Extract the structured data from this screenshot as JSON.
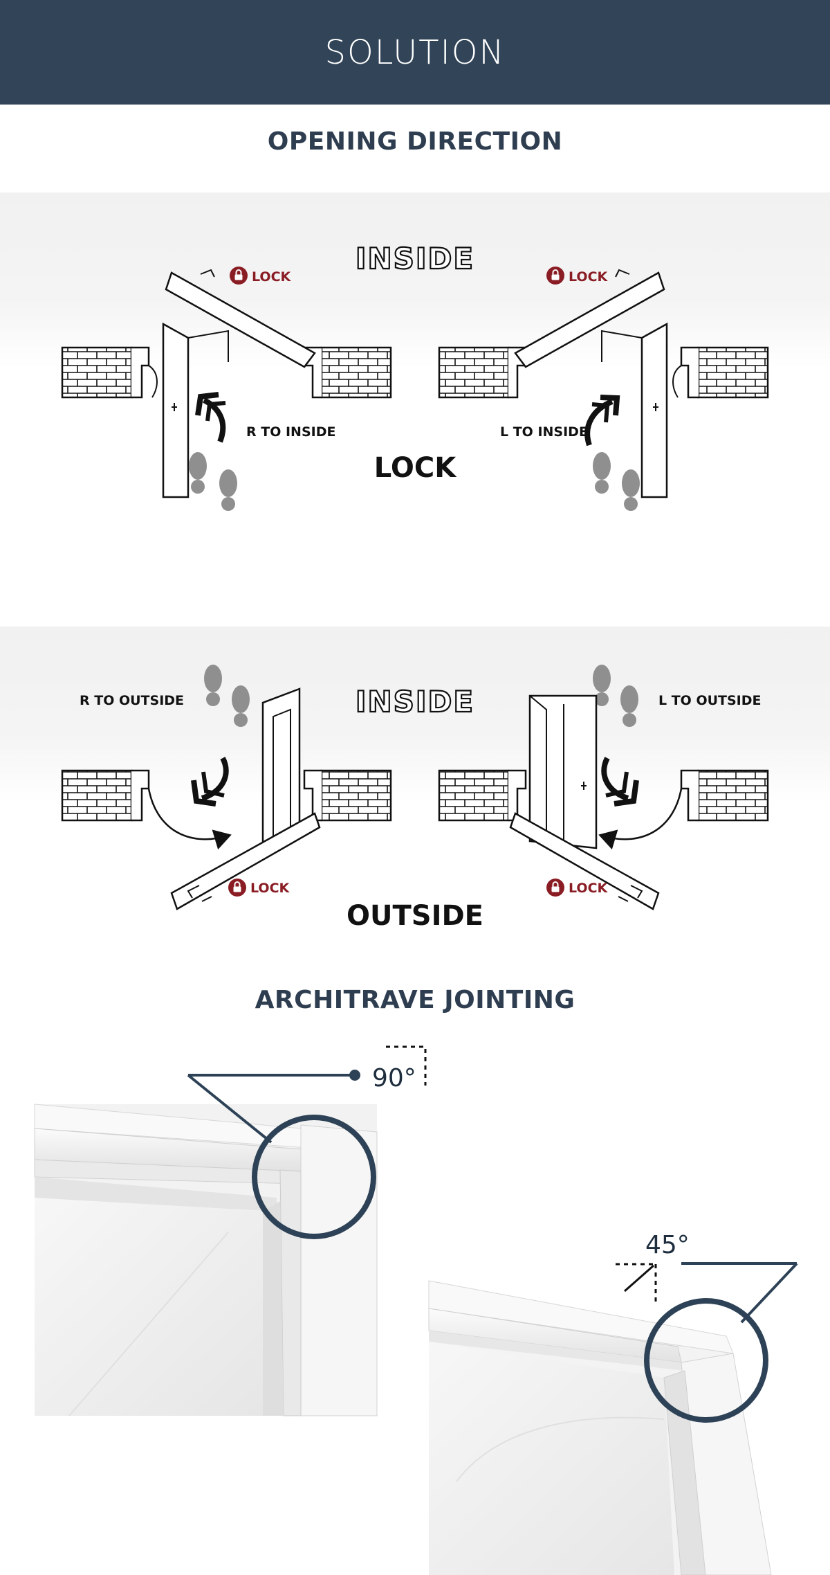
{
  "header": {
    "title": "SOLUTION"
  },
  "opening_direction": {
    "title": "OPENING DIRECTION",
    "inside_lock": {
      "side_label": "INSIDE",
      "bottom_label": "LOCK",
      "left_direction": "R TO INSIDE",
      "right_direction": "L TO INSIDE",
      "lock_label": "LOCK"
    },
    "outside_lock": {
      "side_label": "INSIDE",
      "bottom_label": "OUTSIDE",
      "left_direction": "R TO OUTSIDE",
      "right_direction": "L TO OUTSIDE",
      "lock_label": "LOCK"
    }
  },
  "architrave": {
    "title": "ARCHITRAVE JOINTING",
    "angle_square": "90°",
    "angle_miter": "45°"
  },
  "colors": {
    "header_bg": "#324457",
    "title": "#2e3e50",
    "lock_red": "#8a1c24",
    "callout": "#2d4256",
    "footprint": "#8f8f8f"
  }
}
